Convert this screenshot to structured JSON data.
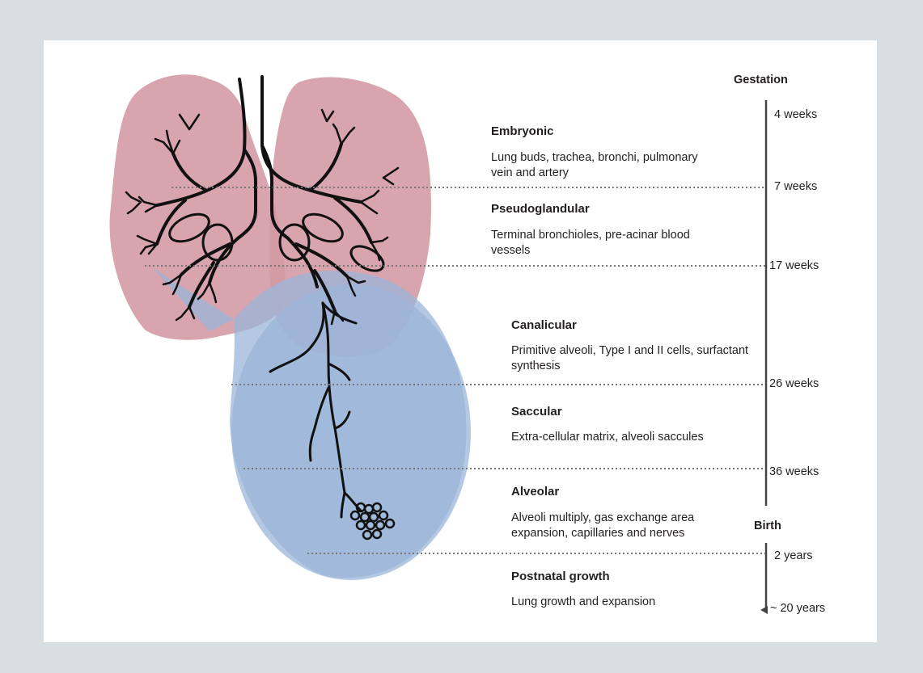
{
  "timeline": {
    "header": "Gestation",
    "birth_label": "Birth",
    "milestones": [
      "4 weeks",
      "7 weeks",
      "17 weeks",
      "26 weeks",
      "36 weeks",
      "2 years",
      "~ 20 years"
    ]
  },
  "stages": [
    {
      "title": "Embryonic",
      "description": "Lung buds, trachea, bronchi, pulmonary vein and artery"
    },
    {
      "title": "Pseudoglandular",
      "description": "Terminal bronchioles, pre-acinar blood vessels"
    },
    {
      "title": "Canalicular",
      "description": "Primitive alveoli, Type I and II cells, surfactant synthesis"
    },
    {
      "title": "Saccular",
      "description": "Extra-cellular matrix, alveoli saccules"
    },
    {
      "title": "Alveolar",
      "description": "Alveoli multiply, gas exchange area expansion, capillaries and nerves"
    },
    {
      "title": "Postnatal growth",
      "description": "Lung growth and expansion"
    }
  ],
  "colors": {
    "background": "#d9dee2",
    "panel": "#ffffff",
    "lung_tissue": "#d49aa4",
    "magnified_ellipse": "#9bb5d9",
    "airway": "#111111",
    "timeline_axis": "#444444",
    "dotted_line": "#777777"
  },
  "icons": [
    "lungs-illustration",
    "magnified-airway-ellipse",
    "alveoli-cluster"
  ]
}
